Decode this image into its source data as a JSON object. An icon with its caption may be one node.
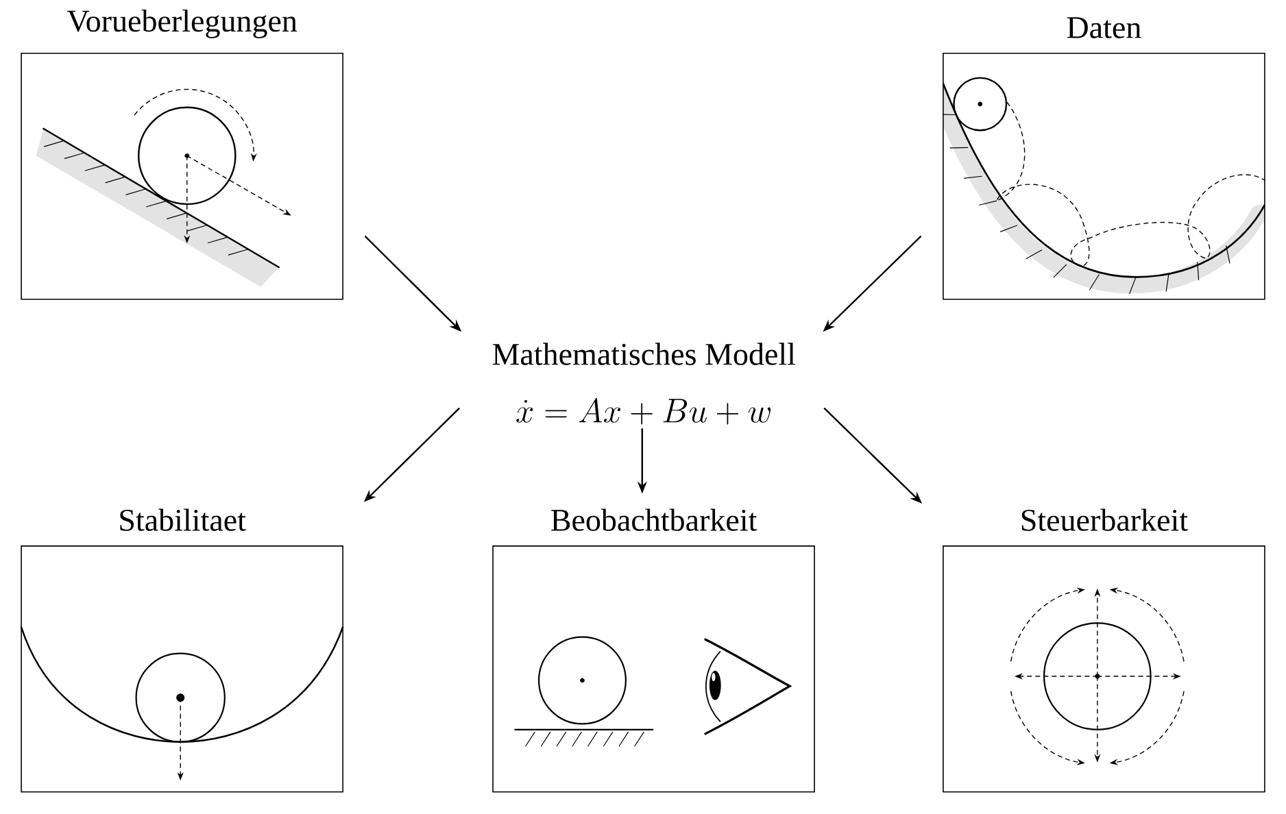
{
  "diagram": {
    "nodes": [
      {
        "text": [
          "Vorueberlegungen"
        ]
      },
      {
        "text": [
          "Daten"
        ]
      },
      {
        "text": [
          "Mathematisches Modell",
          "\\dot{x} = Ax + Bu + w"
        ]
      },
      {
        "text": [
          "Stabilitaet"
        ]
      },
      {
        "text": [
          "Beobachtbarkeit"
        ]
      },
      {
        "text": [
          "Steuerbarkeit"
        ]
      }
    ],
    "edges": [
      {
        "from": 0,
        "to": 2,
        "arrow": "to"
      },
      {
        "from": 1,
        "to": 2,
        "arrow": "to"
      },
      {
        "from": 2,
        "to": 3,
        "arrow": "to"
      },
      {
        "from": 2,
        "to": 4,
        "arrow": "to"
      },
      {
        "from": 2,
        "to": 5,
        "arrow": "to"
      }
    ]
  }
}
